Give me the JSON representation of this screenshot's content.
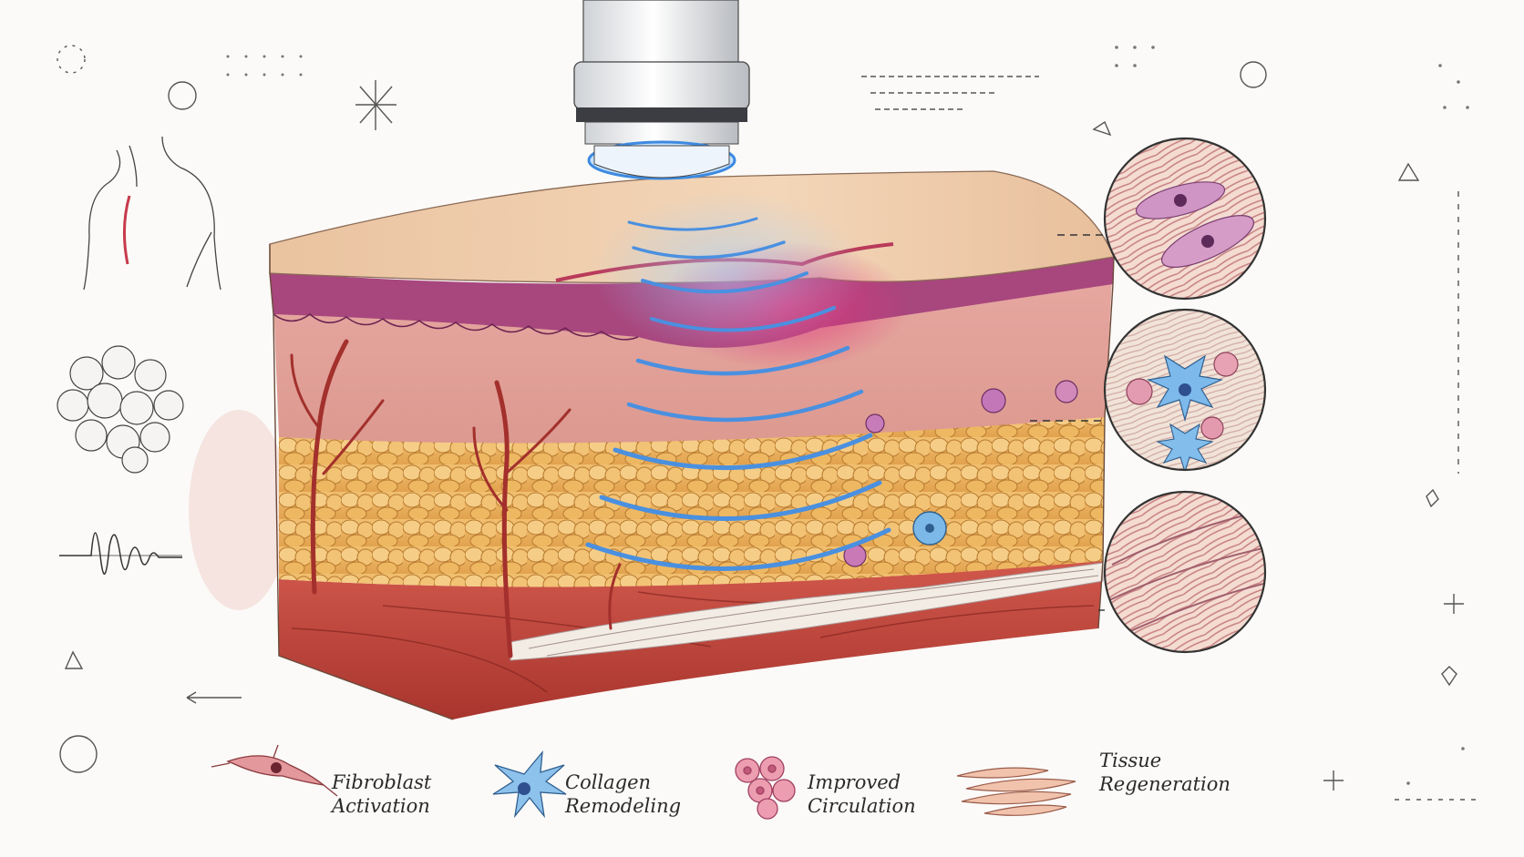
{
  "legend": [
    {
      "line1": "Fibroblast",
      "line2": "Activation",
      "icon": "fibroblast-icon",
      "color": "#d9838b"
    },
    {
      "line1": "Collagen",
      "line2": "Remodeling",
      "icon": "collagen-cell-icon",
      "color": "#7fb8e3"
    },
    {
      "line1": "Improved",
      "line2": "Circulation",
      "icon": "blood-cells-icon",
      "color": "#e08fa3"
    },
    {
      "line1": "Tissue",
      "line2": "Regeneration",
      "icon": "tissue-fibers-icon",
      "color": "#e3a98c"
    }
  ],
  "colors": {
    "skin_top": "#f0cba8",
    "epidermis": "#a8467e",
    "dermis": "#e4a79e",
    "fat": "#ebb35c",
    "muscle": "#c4453c",
    "wave": "#4a90e0",
    "vessel": "#a3302c"
  }
}
